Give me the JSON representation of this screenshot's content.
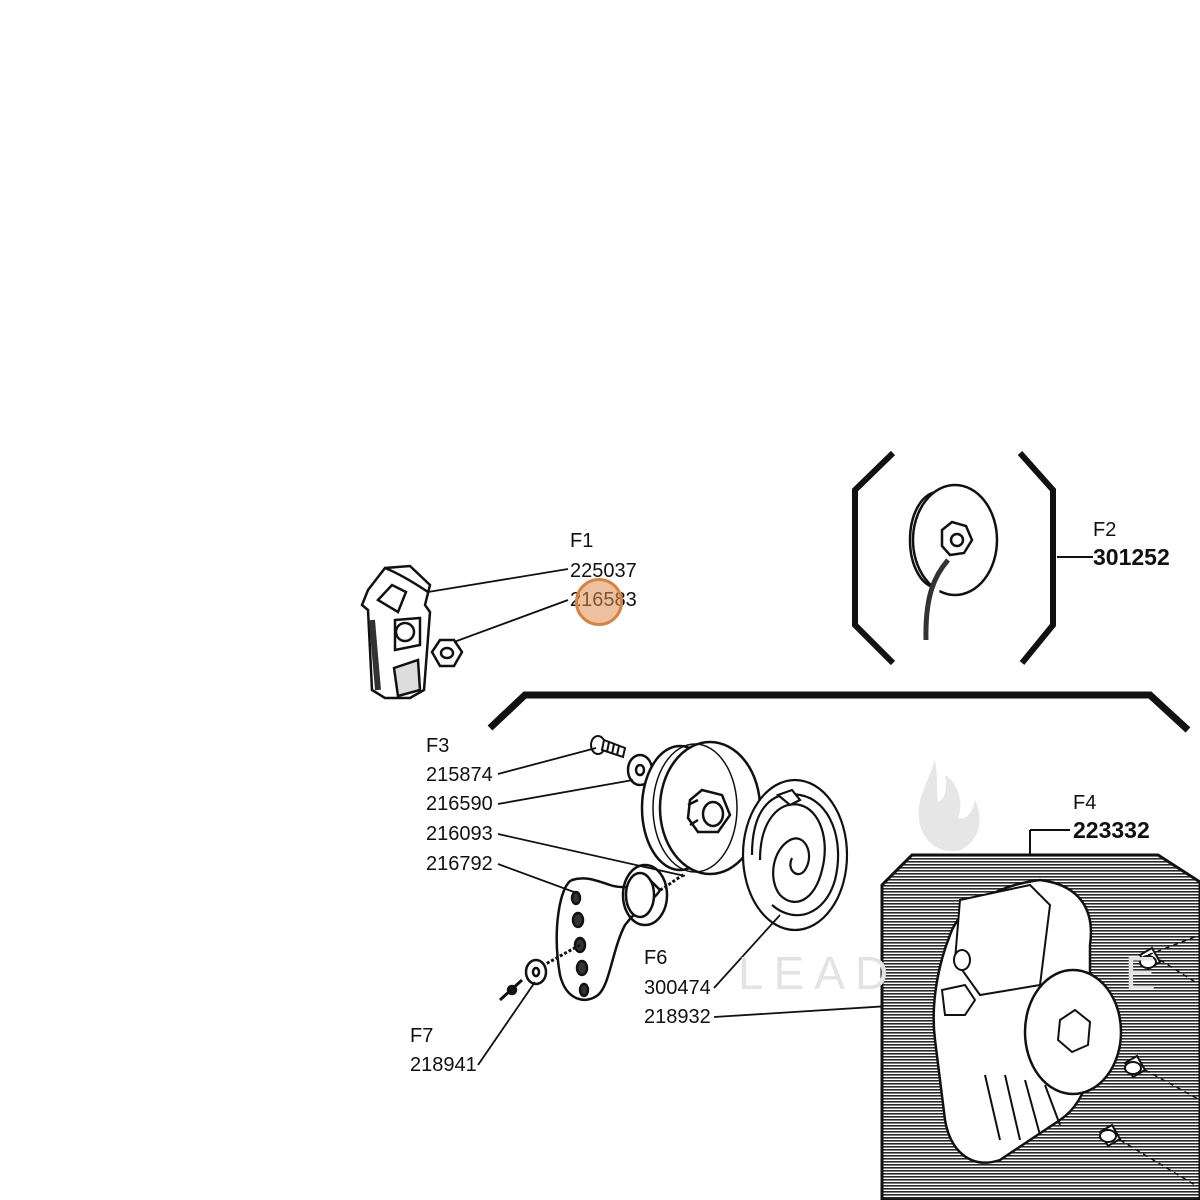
{
  "groups": {
    "f1": {
      "id": "F1",
      "parts": [
        "225037",
        "216583"
      ]
    },
    "f2": {
      "id": "F2",
      "part": "301252"
    },
    "f3": {
      "id": "F3",
      "parts": [
        "215874",
        "216590",
        "216093",
        "216792"
      ]
    },
    "f4": {
      "id": "F4",
      "part": "223332"
    },
    "f6": {
      "id": "F6",
      "parts": [
        "300474",
        "218932"
      ]
    },
    "f7": {
      "id": "F7",
      "part": "218941"
    }
  },
  "watermark": "LEAD",
  "watermark_tail": "E",
  "colors": {
    "ink": "#111111",
    "cursor": "#d8843e",
    "watermark": "#e3e3e3"
  },
  "icons": [
    "flame-icon"
  ]
}
